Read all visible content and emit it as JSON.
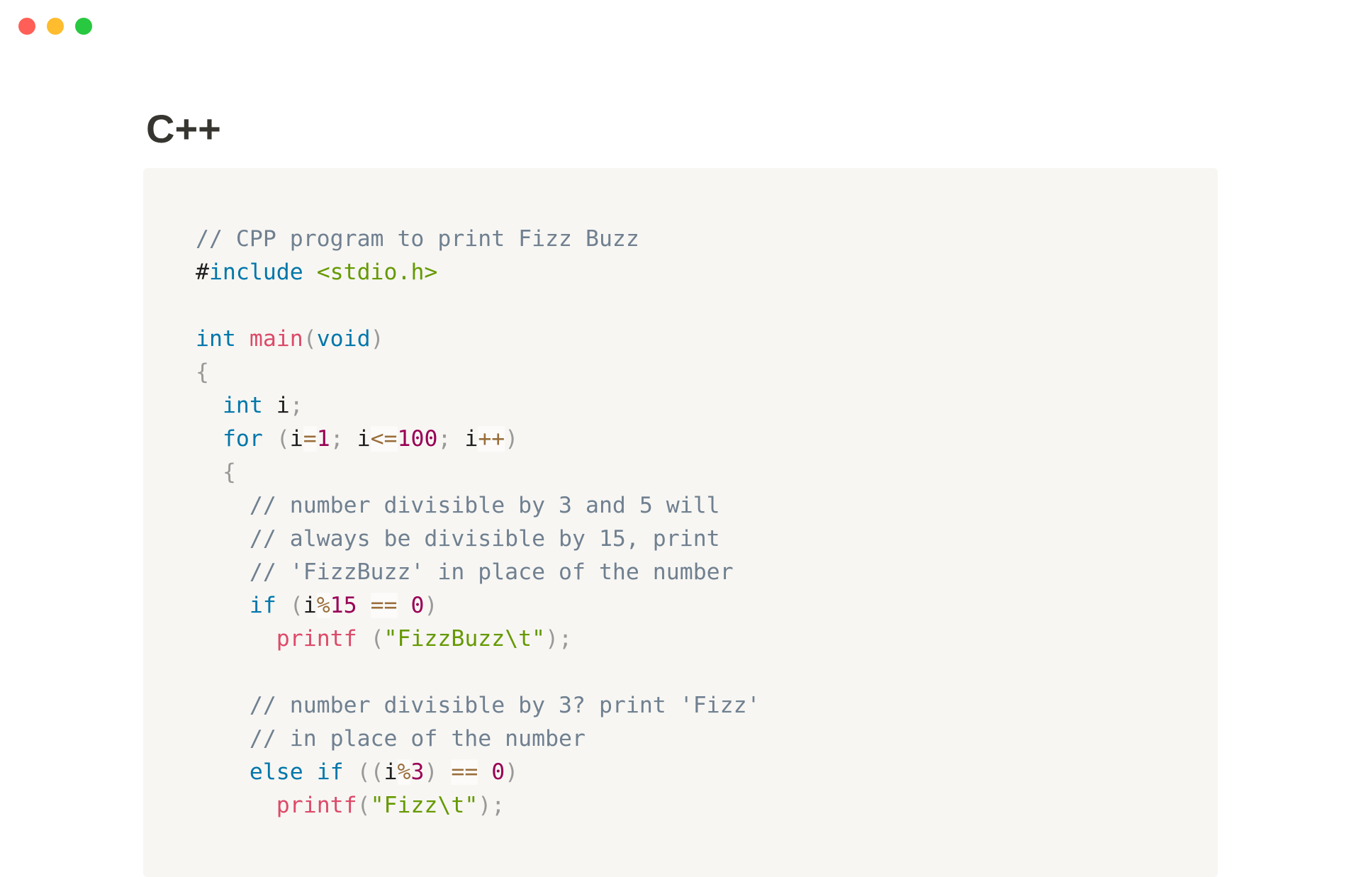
{
  "window": {
    "controls": [
      {
        "name": "close",
        "color": "#ff5f57"
      },
      {
        "name": "minimize",
        "color": "#febc2e"
      },
      {
        "name": "zoom",
        "color": "#28c840"
      }
    ]
  },
  "page": {
    "title": "C++"
  },
  "code": {
    "language": "cpp",
    "lines": [
      [
        [
          "comment",
          "// CPP program to print Fizz Buzz"
        ]
      ],
      [
        [
          "plain",
          "#"
        ],
        [
          "keyword",
          "include"
        ],
        [
          "plain",
          " "
        ],
        [
          "string",
          "<stdio.h>"
        ]
      ],
      [],
      [
        [
          "keyword",
          "int"
        ],
        [
          "plain",
          " "
        ],
        [
          "function",
          "main"
        ],
        [
          "punct",
          "("
        ],
        [
          "keyword",
          "void"
        ],
        [
          "punct",
          ")"
        ]
      ],
      [
        [
          "punct",
          "{"
        ]
      ],
      [
        [
          "plain",
          "  "
        ],
        [
          "keyword",
          "int"
        ],
        [
          "plain",
          " i"
        ],
        [
          "punct",
          ";"
        ]
      ],
      [
        [
          "plain",
          "  "
        ],
        [
          "keyword",
          "for"
        ],
        [
          "plain",
          " "
        ],
        [
          "punct",
          "("
        ],
        [
          "plain",
          "i"
        ],
        [
          "operator",
          "="
        ],
        [
          "number",
          "1"
        ],
        [
          "punct",
          ";"
        ],
        [
          "plain",
          " i"
        ],
        [
          "operator",
          "<="
        ],
        [
          "number",
          "100"
        ],
        [
          "punct",
          ";"
        ],
        [
          "plain",
          " i"
        ],
        [
          "operator",
          "++"
        ],
        [
          "punct",
          ")"
        ]
      ],
      [
        [
          "plain",
          "  "
        ],
        [
          "punct",
          "{"
        ]
      ],
      [
        [
          "plain",
          "    "
        ],
        [
          "comment",
          "// number divisible by 3 and 5 will"
        ]
      ],
      [
        [
          "plain",
          "    "
        ],
        [
          "comment",
          "// always be divisible by 15, print"
        ]
      ],
      [
        [
          "plain",
          "    "
        ],
        [
          "comment",
          "// 'FizzBuzz' in place of the number"
        ]
      ],
      [
        [
          "plain",
          "    "
        ],
        [
          "keyword",
          "if"
        ],
        [
          "plain",
          " "
        ],
        [
          "punct",
          "("
        ],
        [
          "plain",
          "i"
        ],
        [
          "operator",
          "%"
        ],
        [
          "number",
          "15"
        ],
        [
          "plain",
          " "
        ],
        [
          "operator",
          "=="
        ],
        [
          "plain",
          " "
        ],
        [
          "number",
          "0"
        ],
        [
          "punct",
          ")"
        ]
      ],
      [
        [
          "plain",
          "      "
        ],
        [
          "function",
          "printf"
        ],
        [
          "plain",
          " "
        ],
        [
          "punct",
          "("
        ],
        [
          "string",
          "\"FizzBuzz\\t\""
        ],
        [
          "punct",
          ");"
        ]
      ],
      [],
      [
        [
          "plain",
          "    "
        ],
        [
          "comment",
          "// number divisible by 3? print 'Fizz'"
        ]
      ],
      [
        [
          "plain",
          "    "
        ],
        [
          "comment",
          "// in place of the number"
        ]
      ],
      [
        [
          "plain",
          "    "
        ],
        [
          "keyword",
          "else"
        ],
        [
          "plain",
          " "
        ],
        [
          "keyword",
          "if"
        ],
        [
          "plain",
          " "
        ],
        [
          "punct",
          "(("
        ],
        [
          "plain",
          "i"
        ],
        [
          "operator",
          "%"
        ],
        [
          "number",
          "3"
        ],
        [
          "punct",
          ")"
        ],
        [
          "plain",
          " "
        ],
        [
          "operator",
          "=="
        ],
        [
          "plain",
          " "
        ],
        [
          "number",
          "0"
        ],
        [
          "punct",
          ")"
        ]
      ],
      [
        [
          "plain",
          "      "
        ],
        [
          "function",
          "printf"
        ],
        [
          "punct",
          "("
        ],
        [
          "string",
          "\"Fizz\\t\""
        ],
        [
          "punct",
          ");"
        ]
      ]
    ]
  }
}
